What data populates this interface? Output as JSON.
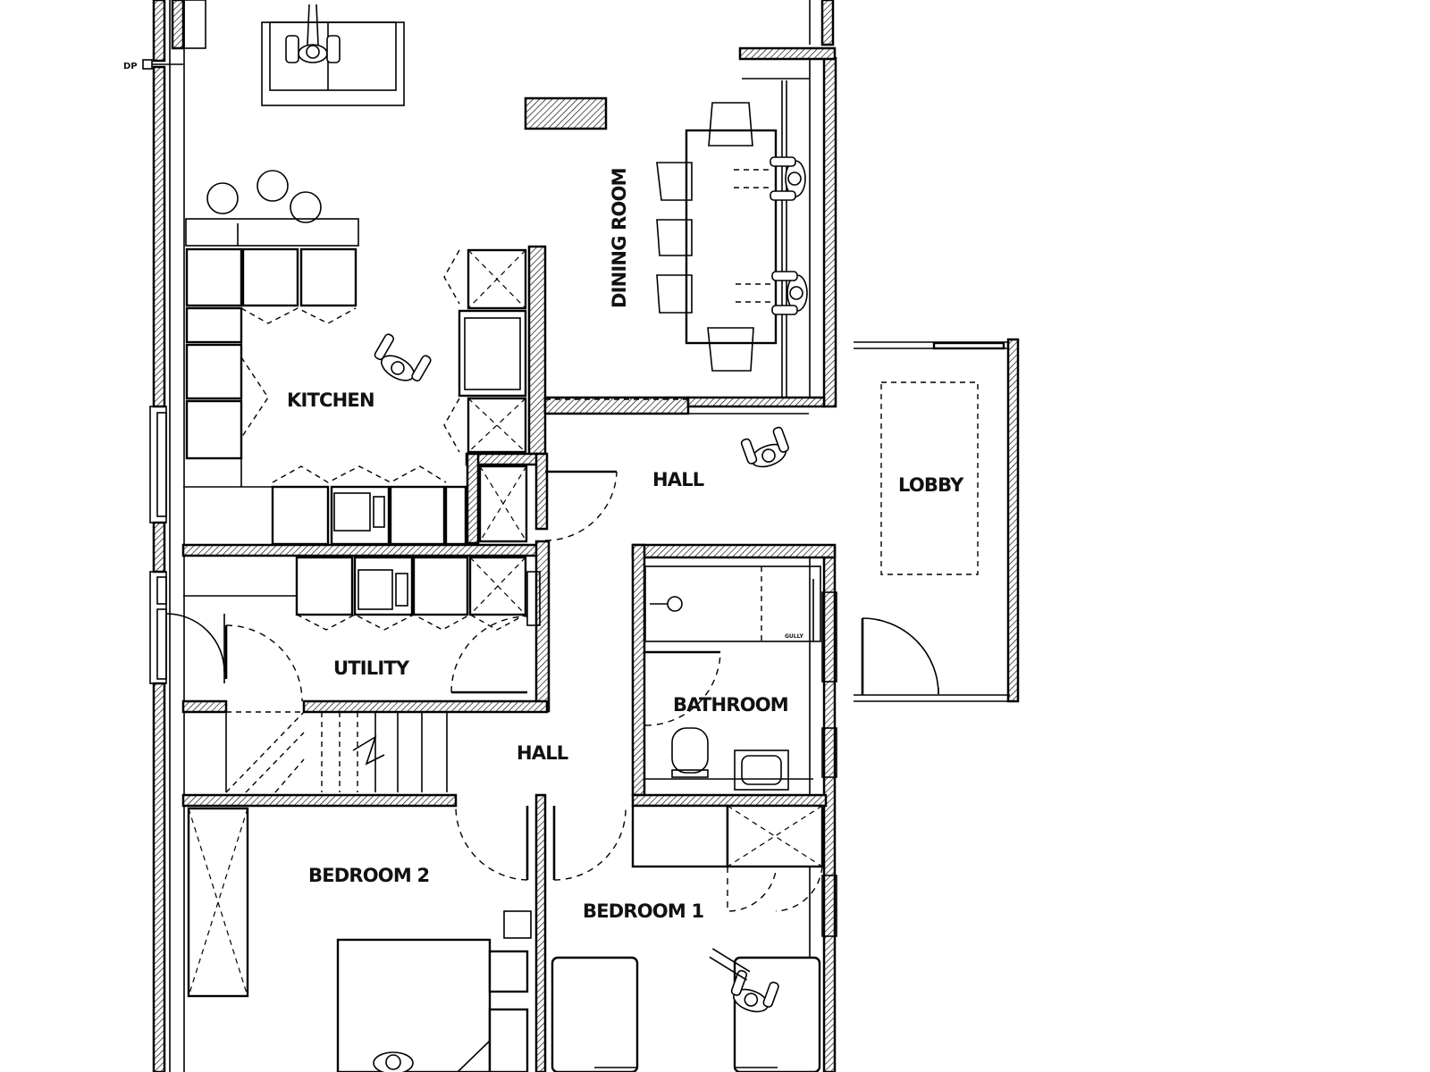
{
  "plan": {
    "rooms": {
      "kitchen": "KITCHEN",
      "dining_room": "DINING ROOM",
      "hall_upper": "HALL",
      "lobby": "LOBBY",
      "utility": "UTILITY",
      "bathroom": "BATHROOM",
      "hall_lower": "HALL",
      "bedroom_2": "BEDROOM 2",
      "bedroom_1": "BEDROOM 1"
    },
    "annotations": {
      "downpipe": "DP",
      "gully": "GULLY"
    }
  }
}
